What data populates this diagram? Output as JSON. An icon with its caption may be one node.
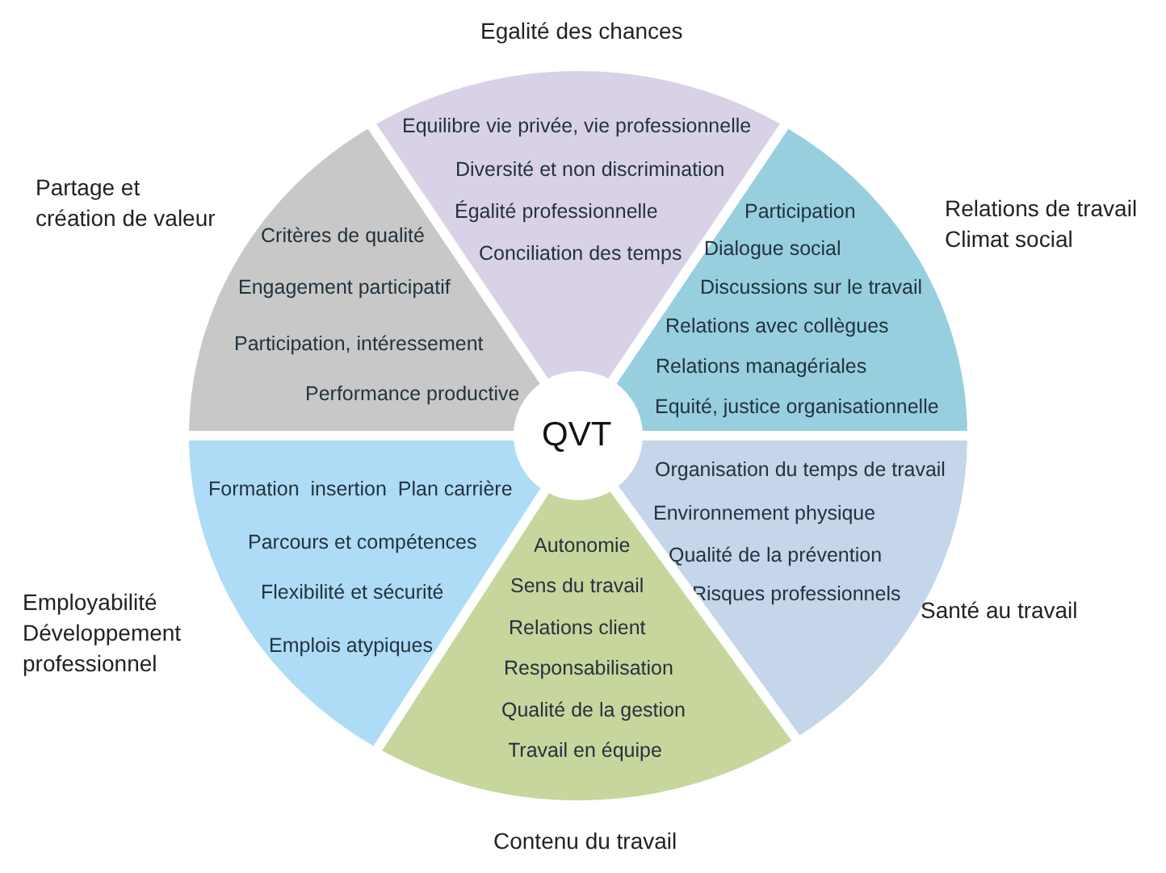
{
  "diagram": {
    "nodes": [
      {
        "text": [
          "Egalité des chances",
          "Equilibre vie privée, vie professionnelle",
          "Diversité et non discrimination",
          "Égalité professionnelle",
          "Conciliation des temps"
        ]
      },
      {
        "text": [
          "Partage et création de valeur",
          "Critères de qualité",
          "Engagement participatif",
          "Participation, intéressement",
          "Performance productive"
        ]
      },
      {
        "text": [
          "Relations de travail Climat social",
          "Participation",
          "Dialogue social",
          "Discussions sur le travail",
          "Relations avec collègues",
          "Relations managériales",
          "Equité, justice organisationnelle"
        ]
      },
      {
        "text": [
          "QVT"
        ]
      },
      {
        "text": [
          "Employabilité Développement professionnel",
          "Formation  insertion  Plan carrière",
          "Parcours et compétences",
          "Flexibilité et sécurité",
          "Emplois atypiques"
        ]
      },
      {
        "text": [
          "Santé au travail",
          "Organisation du temps de travail",
          "Environnement physique",
          "Qualité de la prévention",
          "Risques professionnels"
        ]
      },
      {
        "text": [
          "Contenu du travail",
          "Autonomie",
          "Sens du travail",
          "Relations client",
          "Responsabilisation",
          "Qualité de la gestion",
          "Travail en équipe"
        ]
      }
    ]
  }
}
